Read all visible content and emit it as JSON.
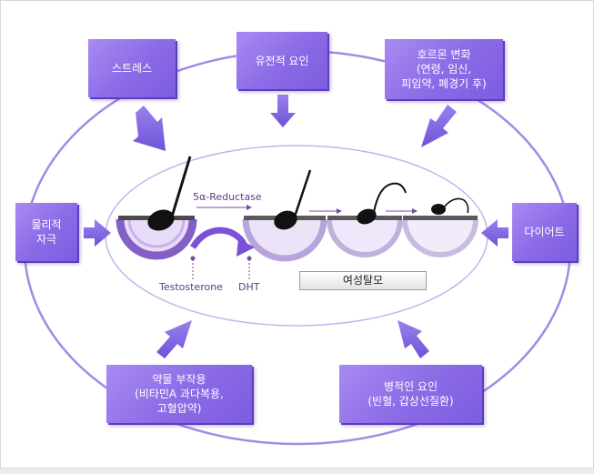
{
  "factors": {
    "stress": "스트레스",
    "genetic": "유전적 요인",
    "hormone": "호르몬 변화\n(연령, 임신,\n피임약, 폐경기 후)",
    "physical": "물리적\n자극",
    "diet": "다이어트",
    "drug": "약물 부작용\n(비타민A 과다복용,\n고혈압약)",
    "disease": "병적인 요인\n(빈혈, 갑상선질환)"
  },
  "process": {
    "enzyme": "5α-Reductase",
    "testosterone": "Testosterone",
    "dht": "DHT"
  },
  "button_label": "여성탈모",
  "colors": {
    "box_purple": "#8a6ae6",
    "arrow_purple": "#7b5fe0",
    "ring_purple": "#a58be6"
  }
}
